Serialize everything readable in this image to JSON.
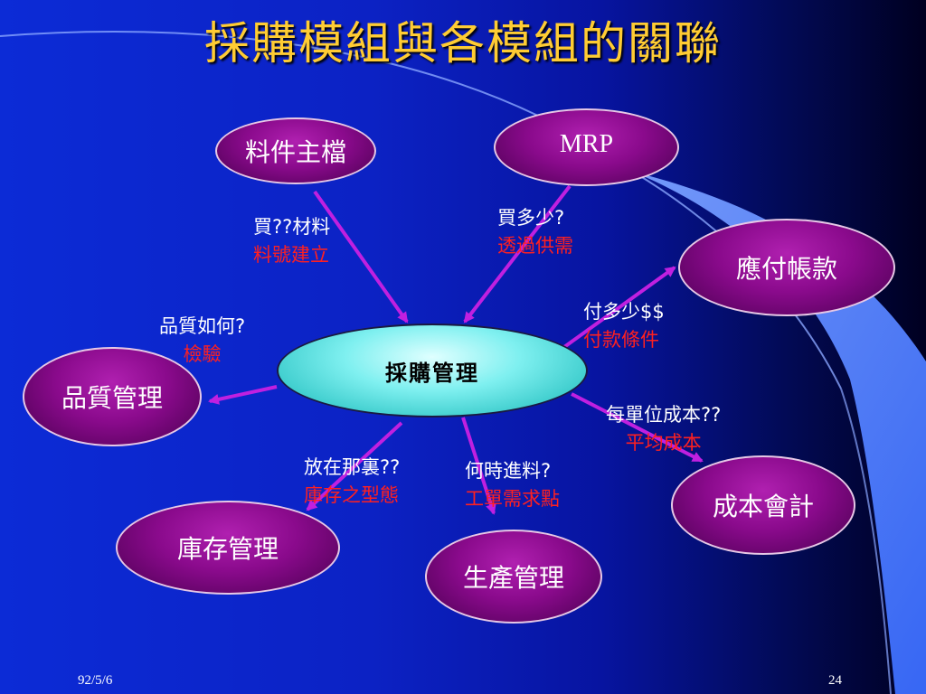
{
  "title": "採購模組與各模組的關聯",
  "center_node": "採購管理",
  "nodes": {
    "item_master": "料件主檔",
    "mrp": "MRP",
    "accounts_payable": "應付帳款",
    "quality": "品質管理",
    "cost_accounting": "成本會計",
    "inventory": "庫存管理",
    "production": "生產管理"
  },
  "edges": {
    "item_master": {
      "question": "買??材料",
      "answer": "料號建立"
    },
    "mrp": {
      "question": "買多少?",
      "answer": "透過供需"
    },
    "accounts_payable": {
      "question": "付多少$$",
      "answer": "付款條件"
    },
    "quality": {
      "question": "品質如何?",
      "answer": "檢驗"
    },
    "cost_accounting": {
      "question": "每單位成本??",
      "answer": "平均成本"
    },
    "inventory": {
      "question": "放在那裏??",
      "answer": "庫存之型態"
    },
    "production": {
      "question": "何時進料?",
      "answer": "工單需求點"
    }
  },
  "colors": {
    "title": "#ffcc33",
    "arrow": "#c020e0",
    "question_text": "#ffffff",
    "answer_text": "#ff2020"
  },
  "footer": {
    "date": "92/5/6",
    "page": "24"
  }
}
